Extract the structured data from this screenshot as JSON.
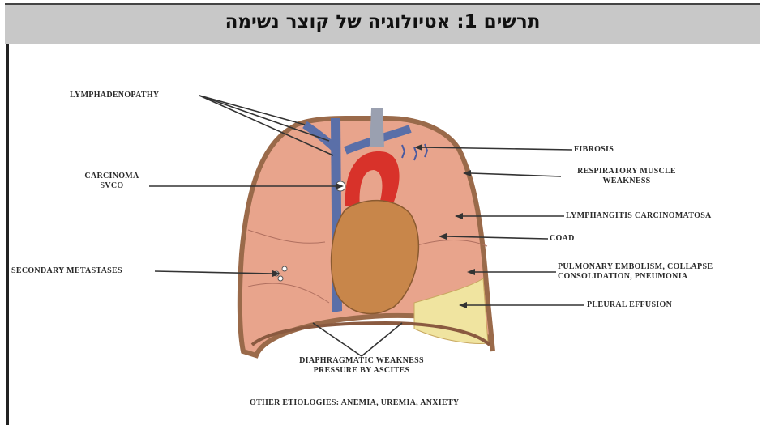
{
  "header": {
    "title": "תרשים 1: אטיולוגיה של קוצר נשימה"
  },
  "labels": {
    "lymphadenopathy": "LYMPHADENOPATHY",
    "carcinoma_1": "CARCINOMA",
    "carcinoma_2": "SVCO",
    "secondary_metastases": "SECONDARY METASTASES",
    "fibrosis": "FIBROSIS",
    "resp_muscle_1": "RESPIRATORY MUSCLE",
    "resp_muscle_2": "WEAKNESS",
    "lymphangitis": "LYMPHANGITIS CARCINOMATOSA",
    "coad": "COAD",
    "pulm_1": "PULMONARY EMBOLISM, COLLAPSE",
    "pulm_2": "CONSOLIDATION, PNEUMONIA",
    "pleural": "PLEURAL EFFUSION",
    "diaphragm_1": "DIAPHRAGMATIC WEAKNESS",
    "diaphragm_2": "PRESSURE BY ASCITES",
    "other": "OTHER ETIOLOGIES: ANEMIA, UREMIA, ANXIETY"
  },
  "colors": {
    "header_bg": "#c8c8c8",
    "lung": "#e8a48c",
    "ribs": "#9a6a4a",
    "heart": "#c8864a",
    "aorta": "#d8322a",
    "vein": "#5a6fa8",
    "effusion": "#f0e4a0"
  }
}
